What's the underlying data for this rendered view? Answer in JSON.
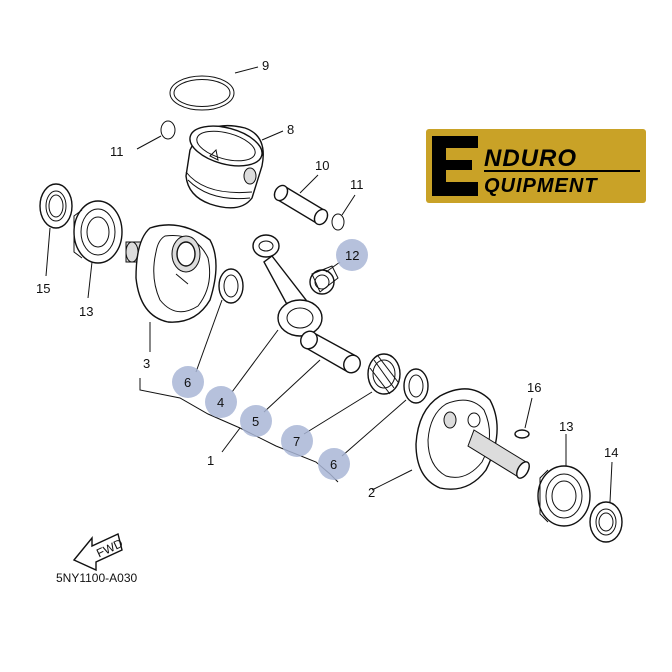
{
  "callouts": {
    "p9": "9",
    "p8": "8",
    "p11a": "11",
    "p10": "10",
    "p11b": "11",
    "p15": "15",
    "p13a": "13",
    "p3": "3",
    "p12": "12",
    "p6a": "6",
    "p4": "4",
    "p5": "5",
    "p1": "1",
    "p7": "7",
    "p6b": "6",
    "p2": "2",
    "p16": "16",
    "p13b": "13",
    "p14": "14"
  },
  "highlighted_callouts": [
    "12",
    "6",
    "4",
    "5",
    "7",
    "6"
  ],
  "logo": {
    "line1": "NDURO",
    "line2": "QUIPMENT",
    "colors": {
      "gold": "#c9a227",
      "black": "#000000"
    }
  },
  "forward_label": "FWD",
  "diagram_code": "5NY1100-A030",
  "colors": {
    "highlight": "#a9b6d6",
    "line": "#111111"
  }
}
